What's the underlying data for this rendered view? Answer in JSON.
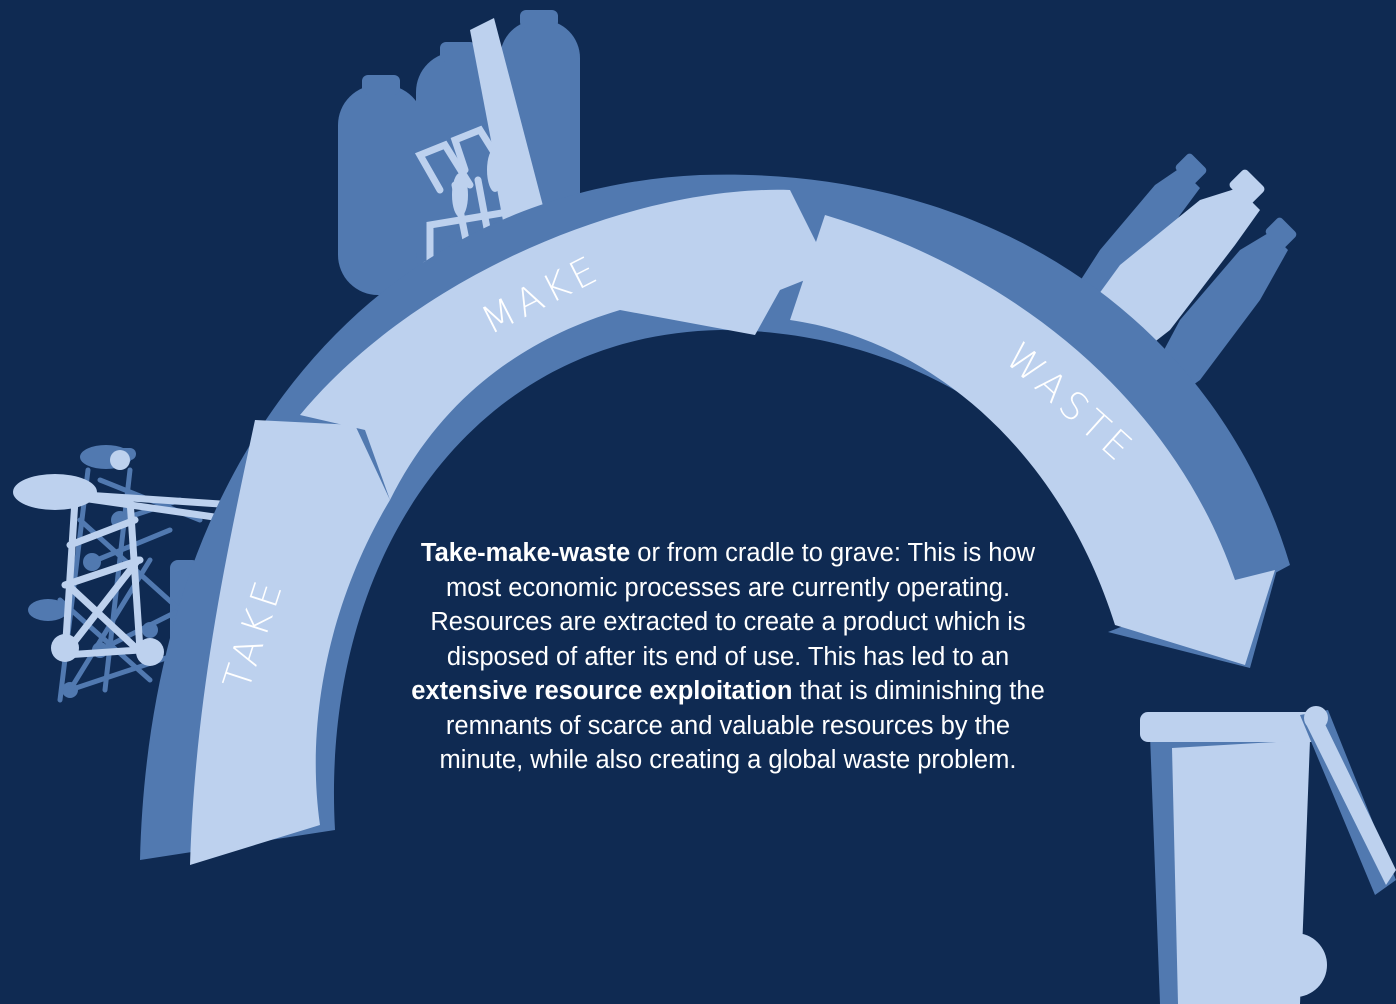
{
  "colors": {
    "background": "#0f2a52",
    "arc_dark": "#5179b0",
    "arc_light": "#bdd1ee",
    "text": "#ffffff"
  },
  "diagram": {
    "stages": [
      {
        "label": "TAKE",
        "icon": "oil-rig-icon"
      },
      {
        "label": "MAKE",
        "icon": "factory-icon"
      },
      {
        "label": "WASTE",
        "icon": "plastic-bottles-icon"
      }
    ],
    "end_icon": "trash-bin-icon"
  },
  "description": {
    "parts": [
      {
        "text": "Take-make-waste",
        "bold": true
      },
      {
        "text": " or from cradle to grave: This is how most economic processes are currently operating. Resources are extracted to create a product which is disposed of after its end of use. This has led to an ",
        "bold": false
      },
      {
        "text": "extensive resource exploitation",
        "bold": true
      },
      {
        "text": " that is diminishing the remnants of scarce and valuable resources by the minute, while also creating a global waste problem.",
        "bold": false
      }
    ]
  }
}
